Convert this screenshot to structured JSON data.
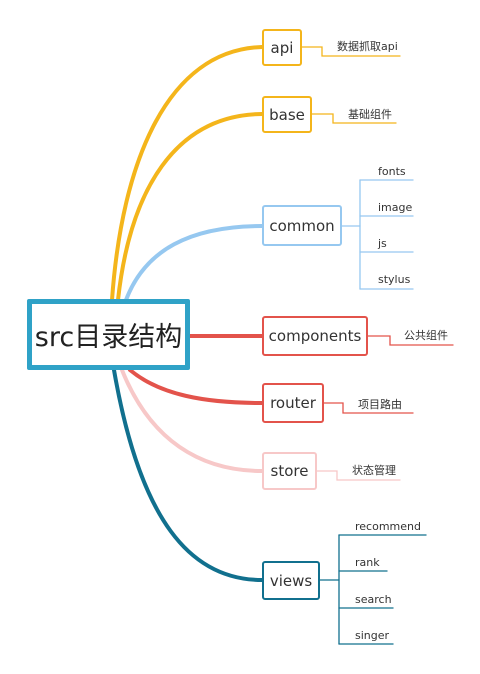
{
  "root": {
    "label": "src目录结构",
    "color": "#2fa2c7"
  },
  "branches": [
    {
      "key": "api",
      "label": "api",
      "color": "#f4b51b",
      "children": [
        "数据抓取api"
      ]
    },
    {
      "key": "base",
      "label": "base",
      "color": "#f4b51b",
      "children": [
        "基础组件"
      ]
    },
    {
      "key": "common",
      "label": "common",
      "color": "#96c8f0",
      "children": [
        "fonts",
        "image",
        "js",
        "stylus"
      ]
    },
    {
      "key": "components",
      "label": "components",
      "color": "#e3534b",
      "children": [
        "公共组件"
      ]
    },
    {
      "key": "router",
      "label": "router",
      "color": "#e3534b",
      "children": [
        "项目路由"
      ]
    },
    {
      "key": "store",
      "label": "store",
      "color": "#f7c8c8",
      "children": [
        "状态管理"
      ]
    },
    {
      "key": "views",
      "label": "views",
      "color": "#11708e",
      "children": [
        "recommend",
        "rank",
        "search",
        "singer"
      ]
    }
  ]
}
